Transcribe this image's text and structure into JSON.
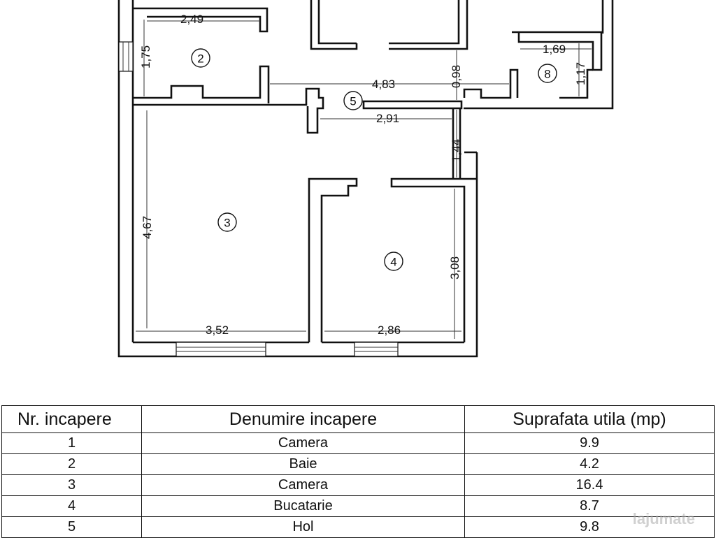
{
  "plan": {
    "dimensions": {
      "d_2_49": "2,49",
      "d_1_75": "1,75",
      "d_4_83": "4,83",
      "d_0_98": "0,98",
      "d_1_69": "1,69",
      "d_1_17": "1,17",
      "d_2_91": "2,91",
      "d_1_44": "1,44",
      "d_4_67": "4,67",
      "d_3_08": "3,08",
      "d_3_52": "3,52",
      "d_2_86": "2,86"
    },
    "rooms": {
      "r2": "2",
      "r3": "3",
      "r4": "4",
      "r5": "5",
      "r8": "8"
    }
  },
  "table": {
    "headers": [
      "Nr. incapere",
      "Denumire incapere",
      "Suprafata utila (mp)"
    ],
    "rows": [
      [
        "1",
        "Camera",
        "9.9"
      ],
      [
        "2",
        "Baie",
        "4.2"
      ],
      [
        "3",
        "Camera",
        "16.4"
      ],
      [
        "4",
        "Bucatarie",
        "8.7"
      ],
      [
        "5",
        "Hol",
        "9.8"
      ]
    ]
  },
  "watermark": "lajumate"
}
